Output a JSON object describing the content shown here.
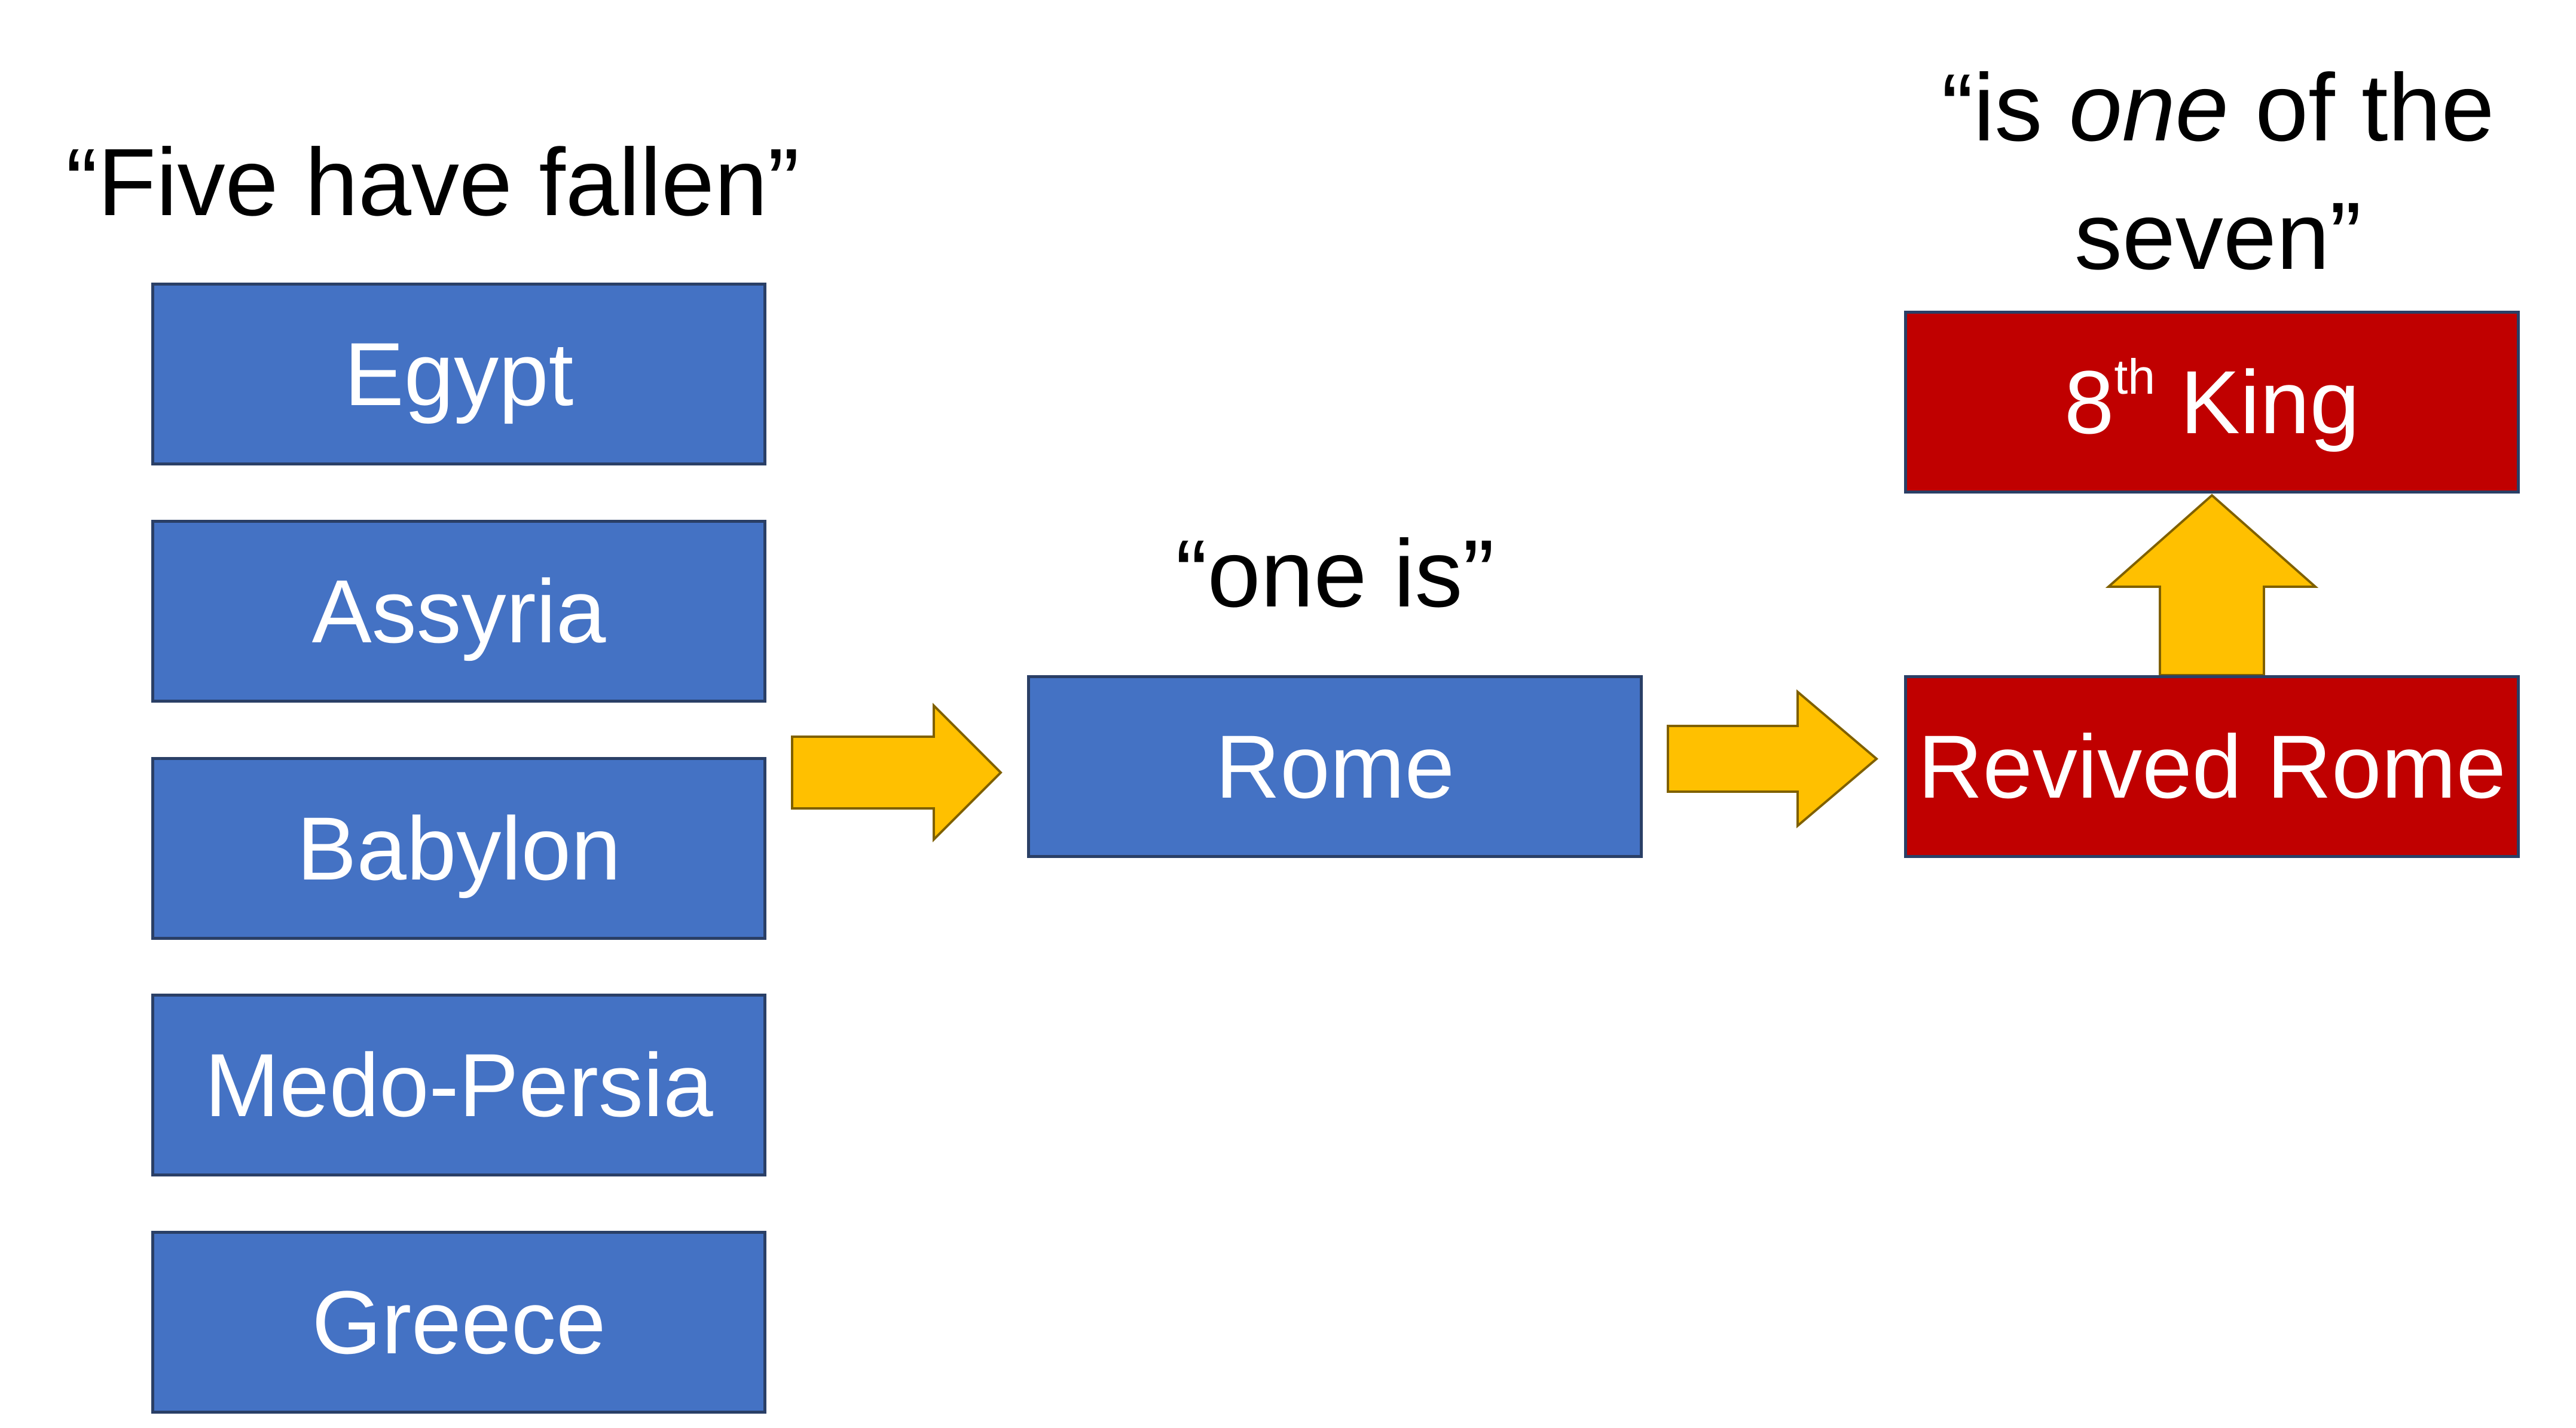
{
  "captions": {
    "fallen": "“Five have fallen”",
    "one_is": "“one is”",
    "seven_open": "“is ",
    "seven_italic": "one",
    "seven_rest": " of the",
    "seven_line2": "seven”"
  },
  "fallen_kingdoms": [
    {
      "label": "Egypt"
    },
    {
      "label": "Assyria"
    },
    {
      "label": "Babylon"
    },
    {
      "label": "Medo-Persia"
    },
    {
      "label": "Greece"
    }
  ],
  "current_kingdom": {
    "label": "Rome"
  },
  "revived": {
    "label": "Revived Rome"
  },
  "eighth_king": {
    "number": "8",
    "suffix": "th",
    "word": " King"
  },
  "colors": {
    "blue_box": "#4472c4",
    "red_box": "#c00000",
    "arrow_fill": "#ffc000",
    "arrow_stroke": "#7f6000",
    "box_border": "#2a3f66"
  }
}
